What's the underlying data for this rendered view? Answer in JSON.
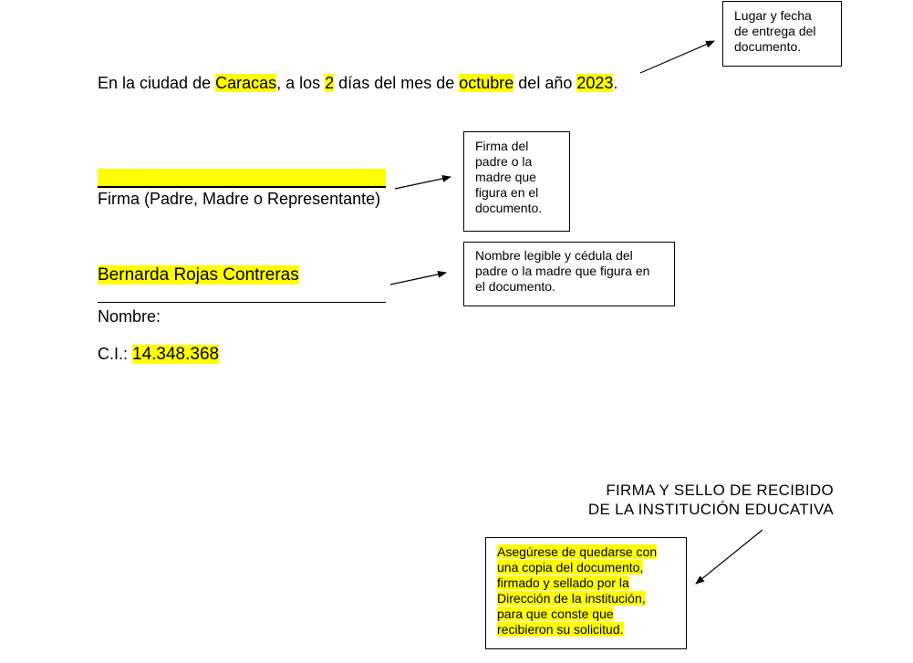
{
  "date_line": {
    "prefix": "En la ciudad de ",
    "city": "Caracas",
    "mid1": ", a los ",
    "day": "2",
    "mid2": " días del mes de ",
    "month": "octubre",
    "mid3": " del año ",
    "year": "2023",
    "suffix": "."
  },
  "signature": {
    "caption": "Firma (Padre, Madre o Representante)"
  },
  "name_block": {
    "name_value": "Bernarda Rojas Contreras",
    "name_label": "Nombre:",
    "ci_label": "C.I.: ",
    "ci_value": "14.348.368"
  },
  "institution": {
    "line1": "FIRMA Y SELLO DE RECIBIDO",
    "line2": "DE LA INSTITUCIÓN EDUCATIVA"
  },
  "notes": {
    "date_note": [
      "Lugar y fecha",
      "de entrega del",
      "documento."
    ],
    "signature_note": [
      "Firma del",
      "padre o la",
      "madre que",
      "figura en el",
      "documento."
    ],
    "name_note": [
      "Nombre legible y cédula del",
      "padre o la madre que figura en",
      "el documento."
    ],
    "copy_note": [
      "Asegúrese de quedarse con",
      "una copia del documento,",
      "firmado y sellado por la",
      "Dirección de la institución,",
      "para que conste que",
      "recibieron su solicitud."
    ]
  },
  "colors": {
    "highlight": "#ffff00",
    "text": "#000000"
  }
}
